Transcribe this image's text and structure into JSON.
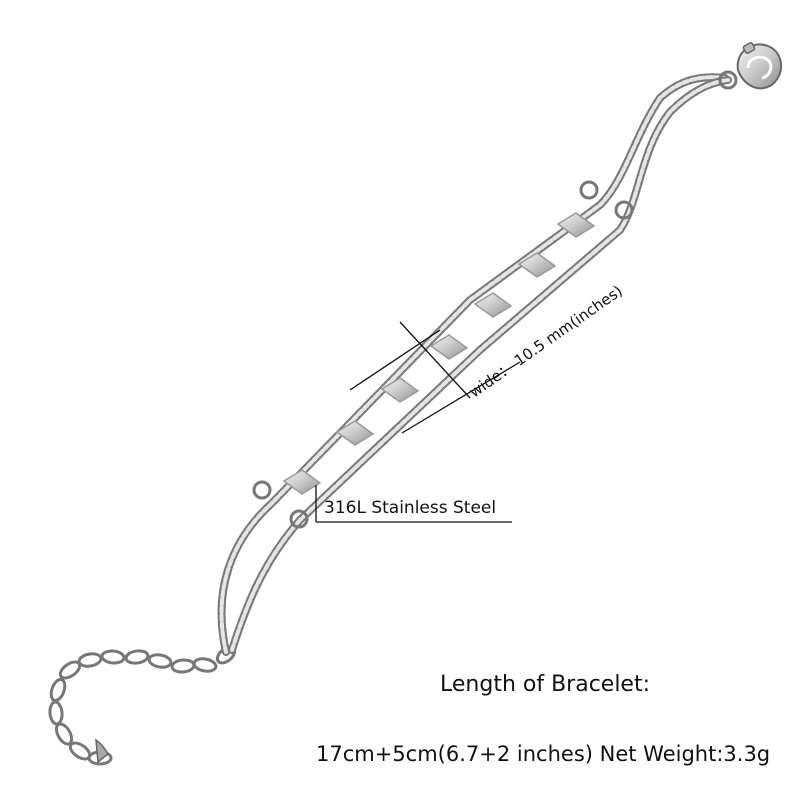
{
  "width_label": "wide： 10.5 mm(inches)",
  "material_label": "316L Stainless Steel",
  "length_heading": "Length of Bracelet:",
  "spec_line": "17cm+5cm(6.7+2 inches) Net Weight:3.3g"
}
